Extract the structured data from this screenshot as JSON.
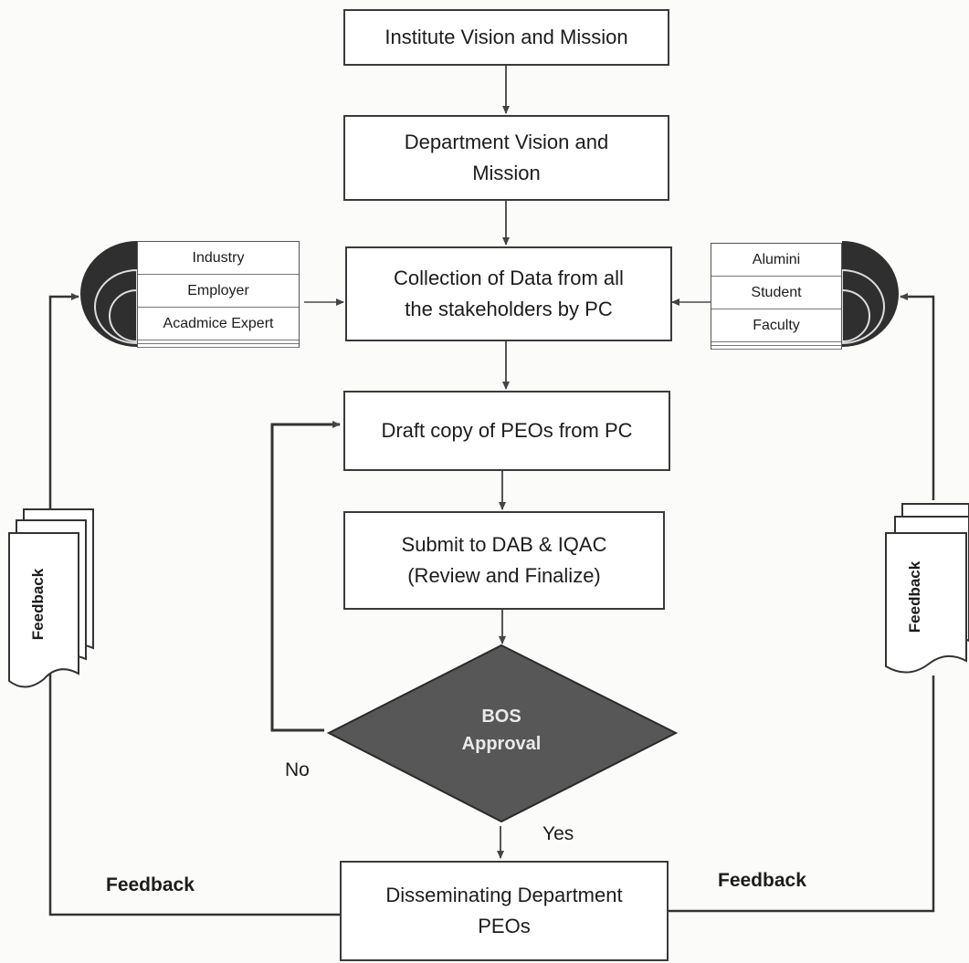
{
  "boxes": {
    "institute": "Institute Vision and Mission",
    "department": [
      "Department Vision and",
      "Mission"
    ],
    "collection": [
      "Collection of Data from all",
      "the stakeholders by PC"
    ],
    "draft": "Draft copy of PEOs from PC",
    "submit": [
      "Submit to DAB & IQAC",
      "(Review and Finalize)"
    ],
    "disseminate": [
      "Disseminating Department",
      "PEOs"
    ]
  },
  "decision": [
    "BOS",
    "Approval"
  ],
  "stakeholders_left": [
    "Industry",
    "Employer",
    "Acadmice Expert"
  ],
  "stakeholders_right": [
    "Alumini",
    "Student",
    "Faculty"
  ],
  "labels": {
    "no": "No",
    "yes": "Yes",
    "feedback_left": "Feedback",
    "feedback_right": "Feedback",
    "doc_left": "Feedback",
    "doc_right": "Feedback"
  },
  "colors": {
    "diamond": "#555555",
    "semicircle": "#2f2f2f",
    "line": "#444444"
  }
}
